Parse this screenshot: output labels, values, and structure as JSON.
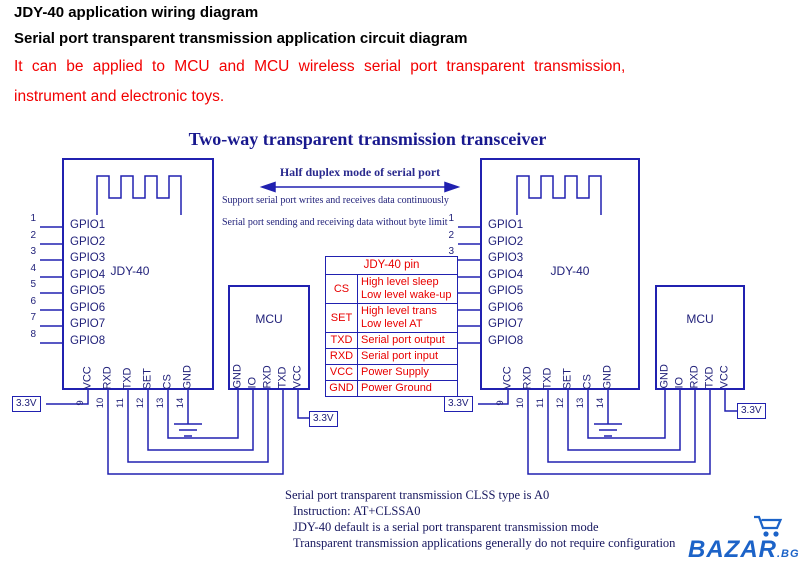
{
  "header": {
    "title": "JDY-40 application wiring diagram",
    "subtitle": "Serial port transparent transmission application circuit diagram",
    "description_line1": "It can be applied to MCU and MCU wireless serial port transparent transmission,",
    "description_line2": "instrument and electronic toys."
  },
  "diagram": {
    "title": "Two-way transparent transmission transceiver",
    "half_duplex_label": "Half duplex mode of serial port",
    "note1": "Support serial port writes and receives data continuously",
    "note2": "Serial port sending and receiving data without byte limit",
    "module_label": "JDY-40",
    "mcu_label": "MCU",
    "voltage_label": "3.3V",
    "gpio_pins": [
      "GPIO1",
      "GPIO2",
      "GPIO3",
      "GPIO4",
      "GPIO5",
      "GPIO6",
      "GPIO7",
      "GPIO8"
    ],
    "gpio_numbers": [
      "1",
      "2",
      "3",
      "4",
      "5",
      "6",
      "7",
      "8"
    ],
    "bottom_pins": [
      "VCC",
      "RXD",
      "TXD",
      "SET",
      "CS",
      "GND"
    ],
    "bottom_pin_numbers": [
      "9",
      "10",
      "11",
      "12",
      "13",
      "14"
    ],
    "mcu_pins": [
      "GND",
      "IO",
      "RXD",
      "TXD",
      "VCC"
    ]
  },
  "pin_table": {
    "header": "JDY-40 pin",
    "rows": [
      {
        "pin": "CS",
        "desc1": "High level sleep",
        "desc2": "Low level wake-up"
      },
      {
        "pin": "SET",
        "desc1": "High level trans",
        "desc2": "Low level AT"
      },
      {
        "pin": "TXD",
        "desc1": "Serial port output"
      },
      {
        "pin": "RXD",
        "desc1": "Serial port input"
      },
      {
        "pin": "VCC",
        "desc1": "Power Supply"
      },
      {
        "pin": "GND",
        "desc1": "Power Ground"
      }
    ]
  },
  "footer_notes": {
    "line1": "Serial port transparent transmission CLSS type is A0",
    "line2": "Instruction: AT+CLSSA0",
    "line3": "JDY-40 default is a serial port transparent transmission mode",
    "line4": "Transparent transmission applications generally do not require configuration"
  },
  "watermark": {
    "brand": "BAZAR",
    "suffix": ".BG"
  },
  "colors": {
    "wire_blue": "#2121b0",
    "accent_red": "#f20000",
    "table_red": "#e80000",
    "navy_text": "#21217a",
    "title_navy": "#18188e",
    "brand_blue": "#1c63c8"
  }
}
